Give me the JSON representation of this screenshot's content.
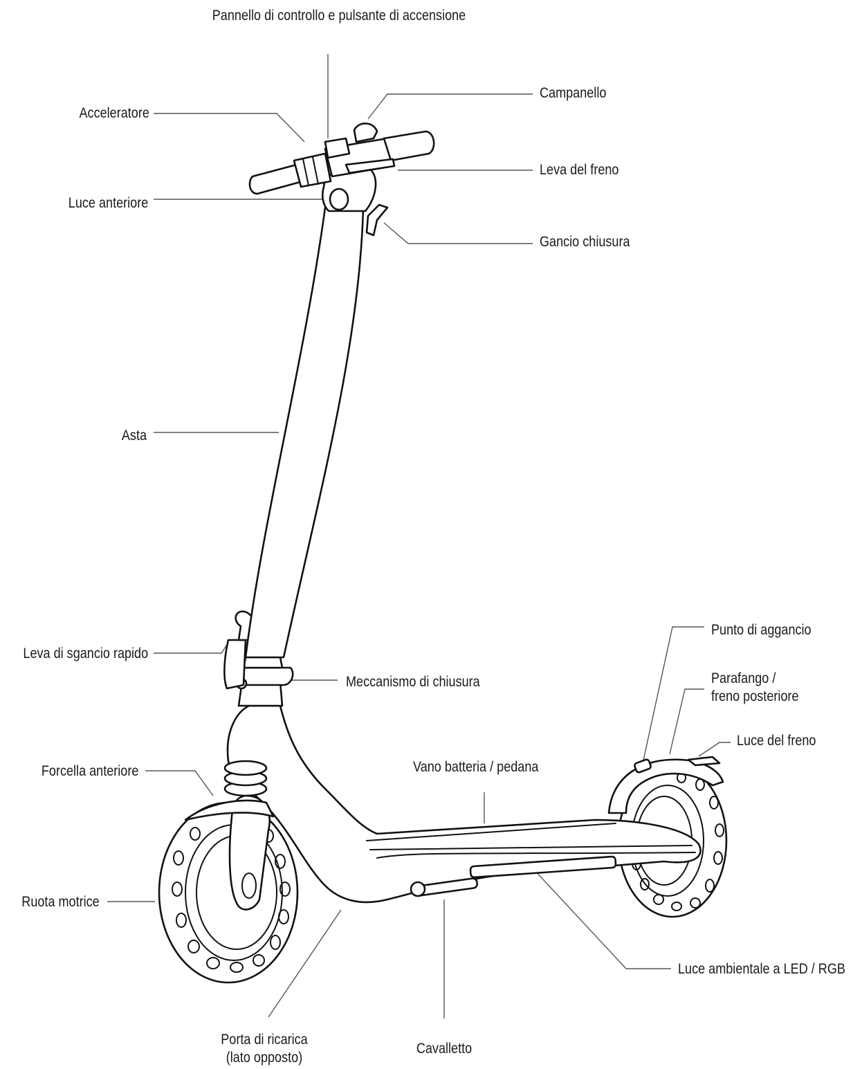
{
  "labels": {
    "pannello": "Pannello di controllo e pulsante di accensione",
    "acceleratore": "Acceleratore",
    "campanello": "Campanello",
    "leva_freno": "Leva del freno",
    "luce_anteriore": "Luce anteriore",
    "gancio_chiusura": "Gancio chiusura",
    "asta": "Asta",
    "leva_sgancio": "Leva di sgancio rapido",
    "meccanismo_chiusura": "Meccanismo di chiusura",
    "punto_aggancio": "Punto di aggancio",
    "parafango": "Parafango /\nfreno posteriore",
    "luce_freno": "Luce del freno",
    "forcella": "Forcella anteriore",
    "vano_batteria": "Vano batteria / pedana",
    "ruota_motrice": "Ruota motrice",
    "luce_ambientale": "Luce ambientale a LED / RGB",
    "porta_ricarica": "Porta di ricarica\n(lato opposto)",
    "cavalletto": "Cavalletto"
  }
}
